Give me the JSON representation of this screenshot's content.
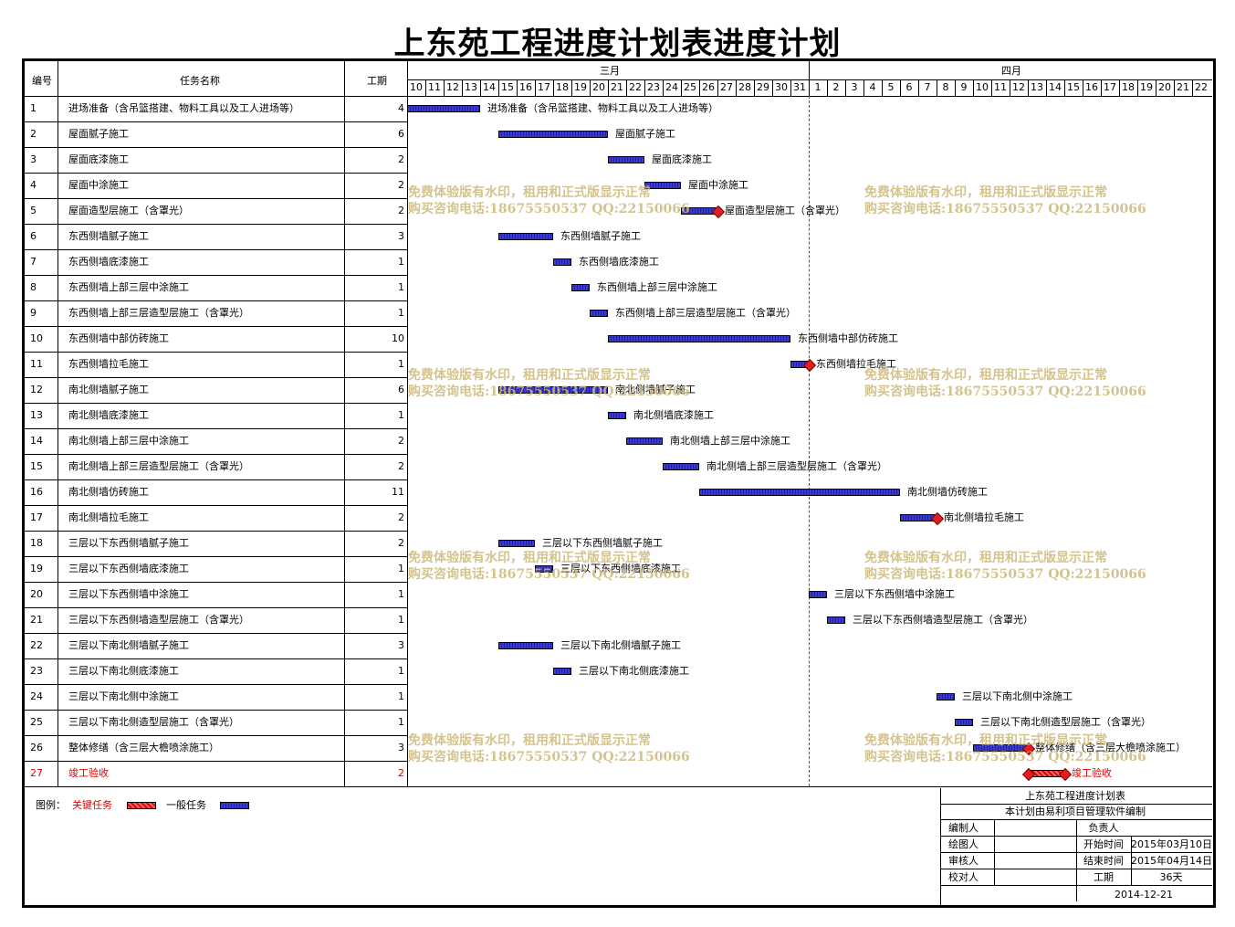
{
  "title": "上东苑工程进度计划表进度计划",
  "headers": {
    "id": "编号",
    "name": "任务名称",
    "duration": "工期"
  },
  "months": [
    {
      "label": "三月"
    },
    {
      "label": "四月"
    }
  ],
  "days": [
    "10",
    "11",
    "12",
    "13",
    "14",
    "15",
    "16",
    "17",
    "18",
    "19",
    "20",
    "21",
    "22",
    "23",
    "24",
    "25",
    "26",
    "27",
    "28",
    "29",
    "30",
    "31",
    "1",
    "2",
    "3",
    "4",
    "5",
    "6",
    "7",
    "8",
    "9",
    "10",
    "11",
    "12",
    "13",
    "14",
    "15",
    "16",
    "17",
    "18",
    "19",
    "20",
    "21",
    "22"
  ],
  "tasks": [
    {
      "id": "1",
      "name": "进场准备（含吊篮搭建、物料工具以及工人进场等）",
      "duration": "4",
      "start": 0,
      "len": 4,
      "critical": false
    },
    {
      "id": "2",
      "name": "屋面腻子施工",
      "duration": "6",
      "start": 5,
      "len": 6,
      "critical": false
    },
    {
      "id": "3",
      "name": "屋面底漆施工",
      "duration": "2",
      "start": 11,
      "len": 2,
      "critical": false
    },
    {
      "id": "4",
      "name": "屋面中涂施工",
      "duration": "2",
      "start": 13,
      "len": 2,
      "critical": false
    },
    {
      "id": "5",
      "name": "屋面造型层施工（含罩光）",
      "duration": "2",
      "start": 15,
      "len": 2,
      "critical": false,
      "milestone": true
    },
    {
      "id": "6",
      "name": "东西侧墙腻子施工",
      "duration": "3",
      "start": 5,
      "len": 3,
      "critical": false
    },
    {
      "id": "7",
      "name": "东西侧墙底漆施工",
      "duration": "1",
      "start": 8,
      "len": 1,
      "critical": false
    },
    {
      "id": "8",
      "name": "东西侧墙上部三层中涂施工",
      "duration": "1",
      "start": 9,
      "len": 1,
      "critical": false
    },
    {
      "id": "9",
      "name": "东西侧墙上部三层造型层施工（含罩光）",
      "duration": "1",
      "start": 10,
      "len": 1,
      "critical": false
    },
    {
      "id": "10",
      "name": "东西侧墙中部仿砖施工",
      "duration": "10",
      "start": 11,
      "len": 10,
      "critical": false
    },
    {
      "id": "11",
      "name": "东西侧墙拉毛施工",
      "duration": "1",
      "start": 21,
      "len": 1,
      "critical": false,
      "milestone": true
    },
    {
      "id": "12",
      "name": "南北侧墙腻子施工",
      "duration": "6",
      "start": 5,
      "len": 6,
      "critical": false
    },
    {
      "id": "13",
      "name": "南北侧墙底漆施工",
      "duration": "1",
      "start": 11,
      "len": 1,
      "critical": false
    },
    {
      "id": "14",
      "name": "南北侧墙上部三层中涂施工",
      "duration": "2",
      "start": 12,
      "len": 2,
      "critical": false
    },
    {
      "id": "15",
      "name": "南北侧墙上部三层造型层施工（含罩光）",
      "duration": "2",
      "start": 14,
      "len": 2,
      "critical": false
    },
    {
      "id": "16",
      "name": "南北侧墙仿砖施工",
      "duration": "11",
      "start": 16,
      "len": 11,
      "critical": false
    },
    {
      "id": "17",
      "name": "南北侧墙拉毛施工",
      "duration": "2",
      "start": 27,
      "len": 2,
      "critical": false,
      "milestone": true
    },
    {
      "id": "18",
      "name": "三层以下东西侧墙腻子施工",
      "duration": "2",
      "start": 5,
      "len": 2,
      "critical": false
    },
    {
      "id": "19",
      "name": "三层以下东西侧墙底漆施工",
      "duration": "1",
      "start": 7,
      "len": 1,
      "critical": false
    },
    {
      "id": "20",
      "name": "三层以下东西侧墙中涂施工",
      "duration": "1",
      "start": 22,
      "len": 1,
      "critical": false
    },
    {
      "id": "21",
      "name": "三层以下东西侧墙造型层施工（含罩光）",
      "duration": "1",
      "start": 23,
      "len": 1,
      "critical": false
    },
    {
      "id": "22",
      "name": "三层以下南北侧墙腻子施工",
      "duration": "3",
      "start": 5,
      "len": 3,
      "critical": false
    },
    {
      "id": "23",
      "name": "三层以下南北侧底漆施工",
      "duration": "1",
      "start": 8,
      "len": 1,
      "critical": false
    },
    {
      "id": "24",
      "name": "三层以下南北侧中涂施工",
      "duration": "1",
      "start": 29,
      "len": 1,
      "critical": false
    },
    {
      "id": "25",
      "name": "三层以下南北侧造型层施工（含罩光）",
      "duration": "1",
      "start": 30,
      "len": 1,
      "critical": false
    },
    {
      "id": "26",
      "name": "整体修缮（含三层大檐喷涂施工）",
      "duration": "3",
      "start": 31,
      "len": 3,
      "critical": false,
      "milestone": true
    },
    {
      "id": "27",
      "name": "竣工验收",
      "duration": "2",
      "start": 34,
      "len": 2,
      "critical": true
    }
  ],
  "watermark": {
    "line1": "免费体验版有水印，租用和正式版显示正常",
    "line2": "购买咨询电话:18675550537 QQ:22150066"
  },
  "legend": {
    "label": "图例：",
    "critical": "关键任务",
    "normal": "一般任务"
  },
  "info": {
    "title": "上东苑工程进度计划表",
    "subtitle": "本计划由易利项目管理软件编制",
    "editor_label": "编制人",
    "owner_label": "负责人",
    "drawer_label": "绘图人",
    "start_label": "开始时间",
    "start_value": "2015年03月10日",
    "reviewer_label": "审核人",
    "end_label": "结束时间",
    "end_value": "2015年04月14日",
    "checker_label": "校对人",
    "duration_label": "工期",
    "duration_value": "36天",
    "date": "2014-12-21"
  },
  "colors": {
    "normal_bar": "#3333bb",
    "critical_bar": "#e03030",
    "critical_text": "#e00000",
    "watermark": "#cdb978"
  }
}
